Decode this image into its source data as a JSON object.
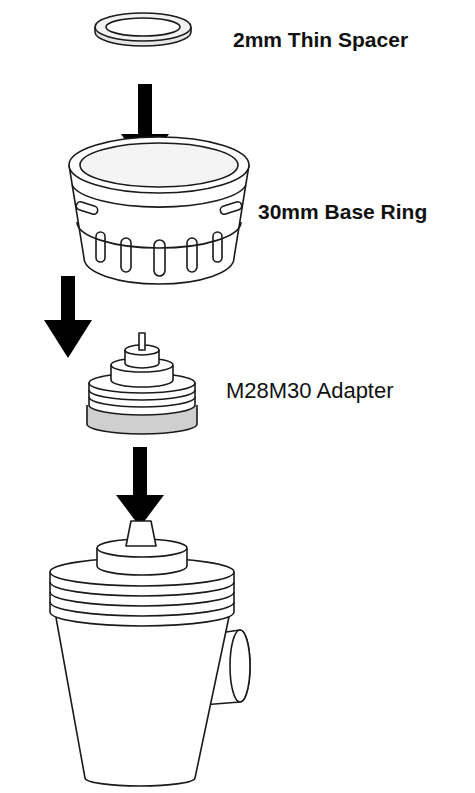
{
  "diagram": {
    "labels": [
      "2mm Thin Spacer",
      "30mm Base Ring",
      "M28M30 Adapter"
    ]
  }
}
